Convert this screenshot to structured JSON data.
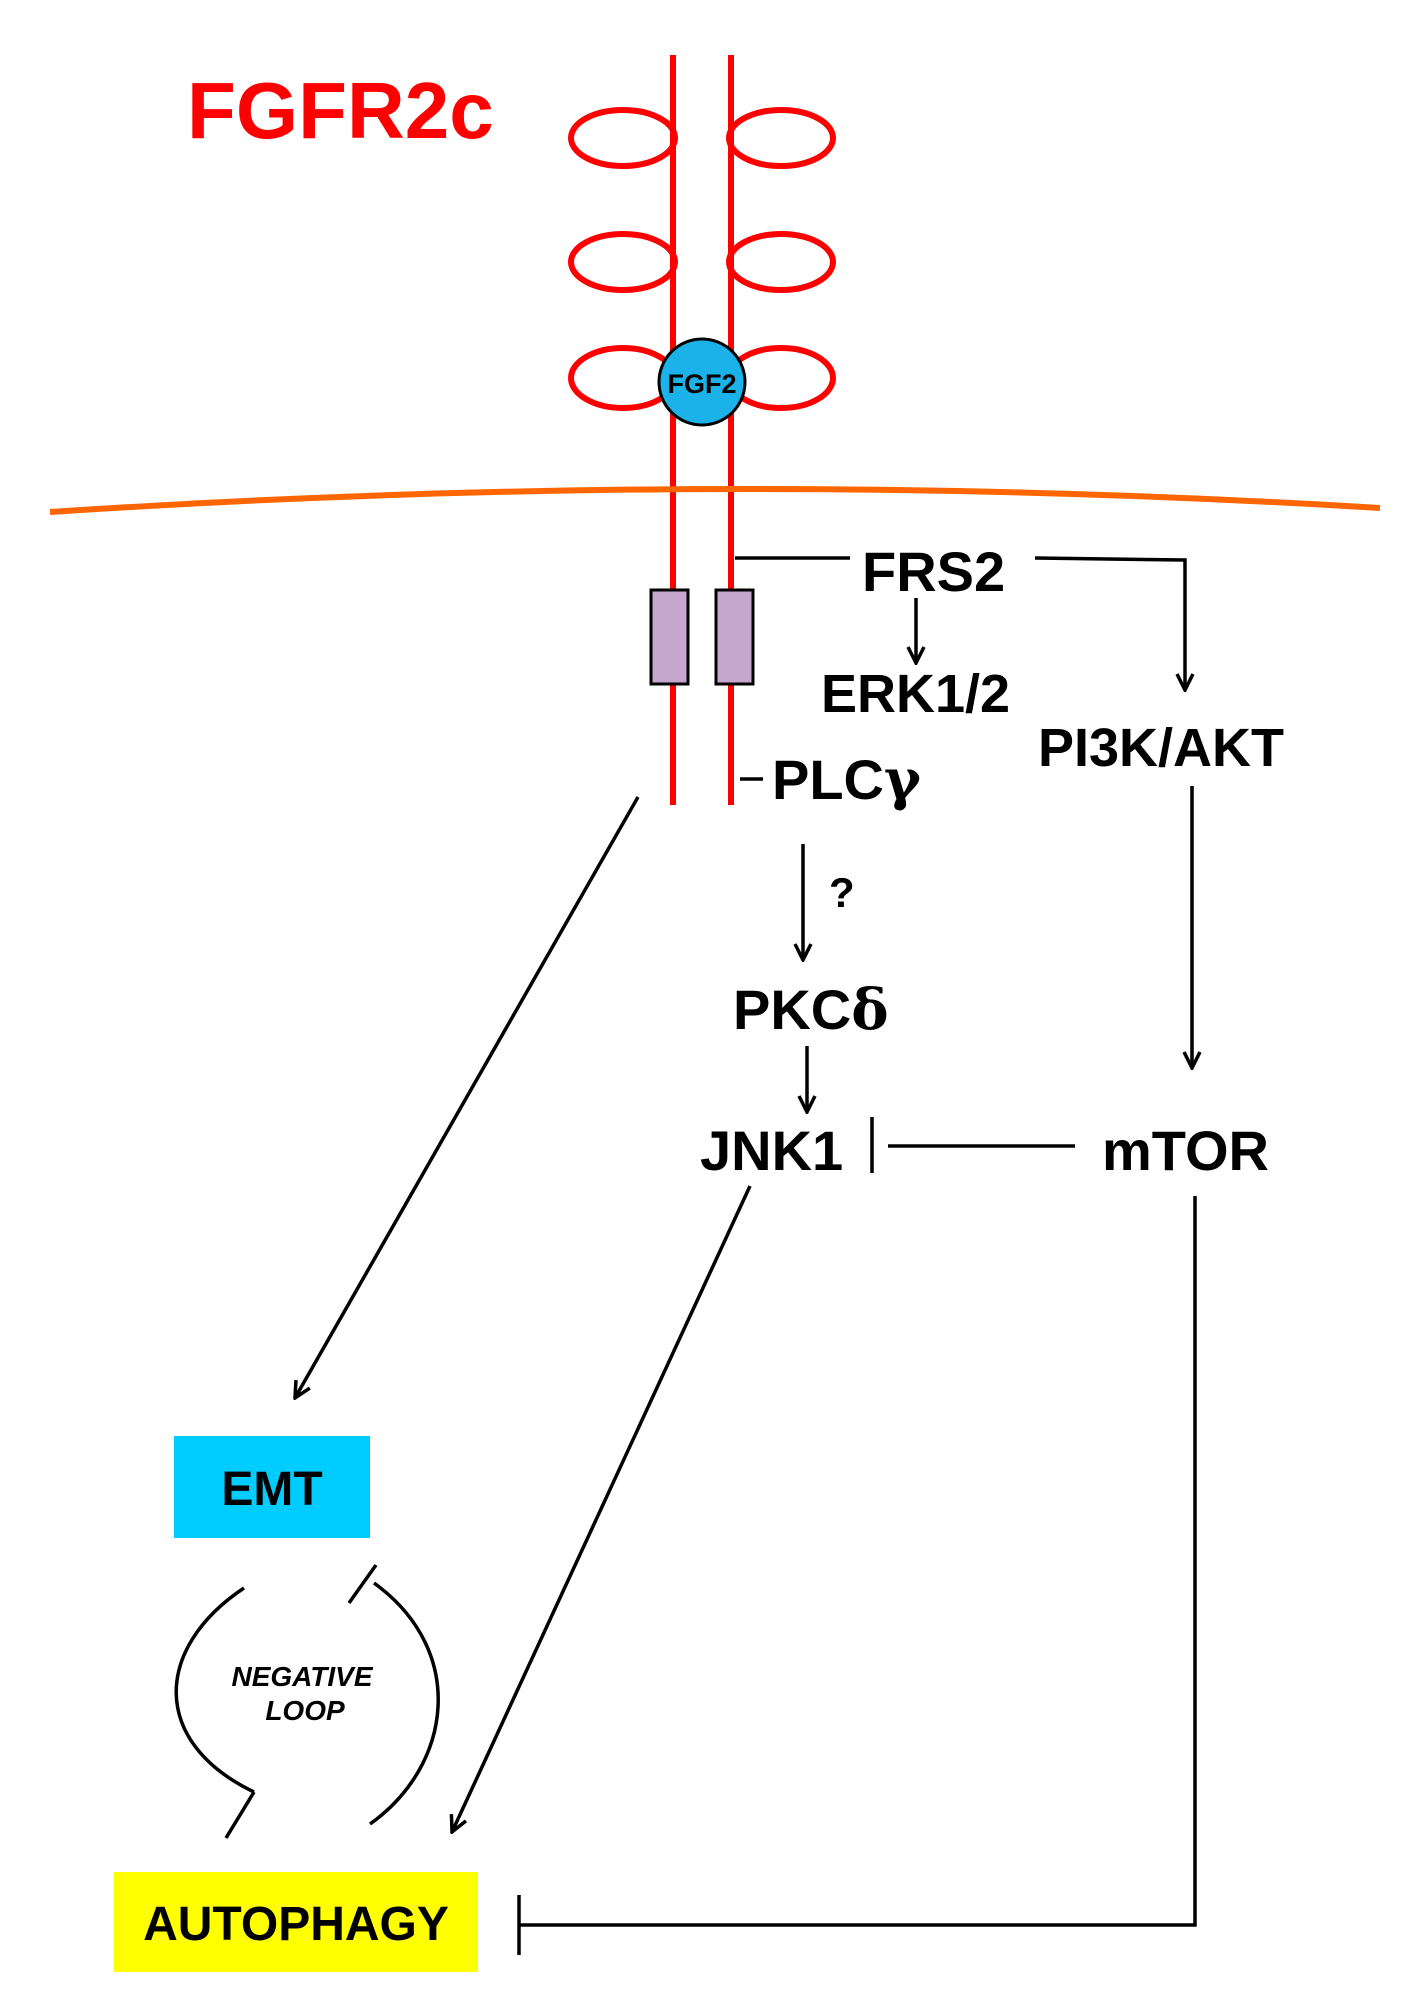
{
  "receptor": {
    "name": "FGFR2c",
    "ligand": "FGF2"
  },
  "nodes": {
    "frs2": "FRS2",
    "erk": "ERK1/2",
    "pi3k": "PI3K/AKT",
    "plc": "PLC",
    "plc_sym": "γ",
    "question": "?",
    "pkc": "PKC",
    "pkc_sym": "δ",
    "jnk1": "JNK1",
    "mtor": "mTOR",
    "emt": "EMT",
    "autophagy": "AUTOPHAGY"
  },
  "loop": {
    "line1": "NEGATIVE",
    "line2": "LOOP"
  },
  "colors": {
    "receptor": "#ff0000",
    "membrane": "#ff6600",
    "ligand": "#1ab2e8",
    "kinase_domain": "#c6a6cc",
    "emt_box": "#00ccff",
    "autophagy_box": "#ffff00",
    "line": "#000000"
  }
}
